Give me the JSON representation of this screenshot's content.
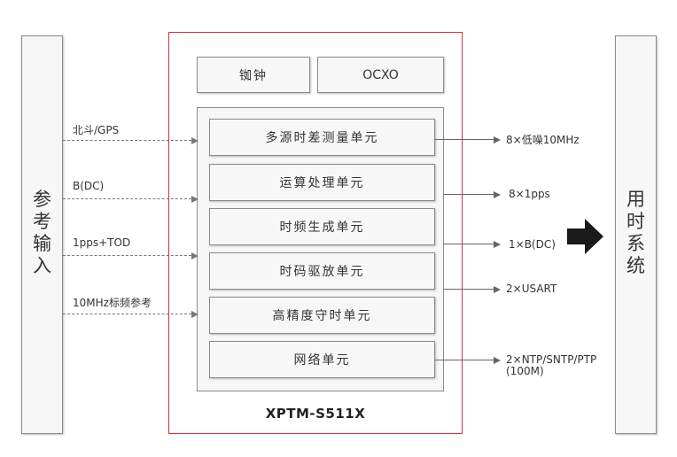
{
  "reference_input": {
    "label_chars": [
      "参",
      "考",
      "输",
      "入"
    ]
  },
  "time_system": {
    "label_chars": [
      "用",
      "时",
      "系",
      "统"
    ]
  },
  "inputs": [
    {
      "label": "北斗/GPS"
    },
    {
      "label": "B(DC)"
    },
    {
      "label": "1pps+TOD"
    },
    {
      "label": "10MHz标频参考"
    }
  ],
  "device": {
    "name": "XPTM-S511X",
    "oscillators": [
      "铷钟",
      "OCXO"
    ],
    "units": [
      "多源时差测量单元",
      "运算处理单元",
      "时频生成单元",
      "时码驱放单元",
      "高精度守时单元",
      "网络单元"
    ]
  },
  "outputs": [
    {
      "label": "8×低噪10MHz"
    },
    {
      "label": "8×1pps"
    },
    {
      "label": "1×B(DC)"
    },
    {
      "label": "2×USART"
    },
    {
      "label": "2×NTP/SNTP/PTP"
    },
    {
      "label": "(100M)"
    }
  ],
  "colors": {
    "device_border": "#d9303a",
    "box_border": "#8a8a8a",
    "arrow": "#1a1a1a"
  }
}
